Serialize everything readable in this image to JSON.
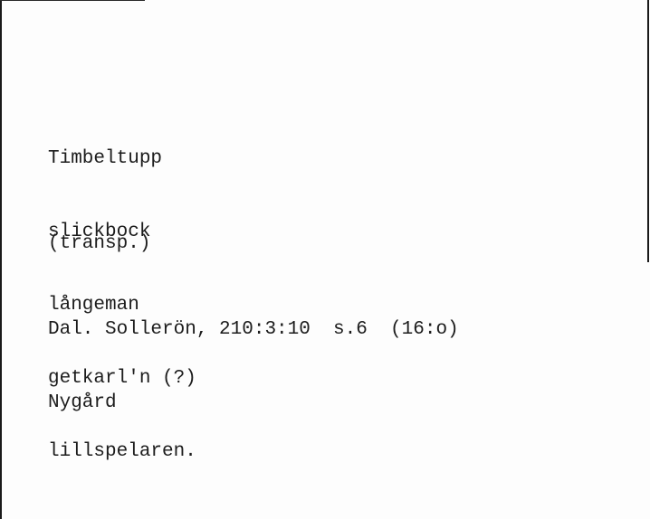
{
  "card": {
    "words": [
      "Timbeltupp",
      "slickbock",
      "långeman",
      "getkarl'n (?)",
      "lillspelaren."
    ],
    "note": "(transp.)",
    "source_line": "Dal. Sollerön, 210:3:10  s.6  (16:o)",
    "place": "Nygård"
  }
}
